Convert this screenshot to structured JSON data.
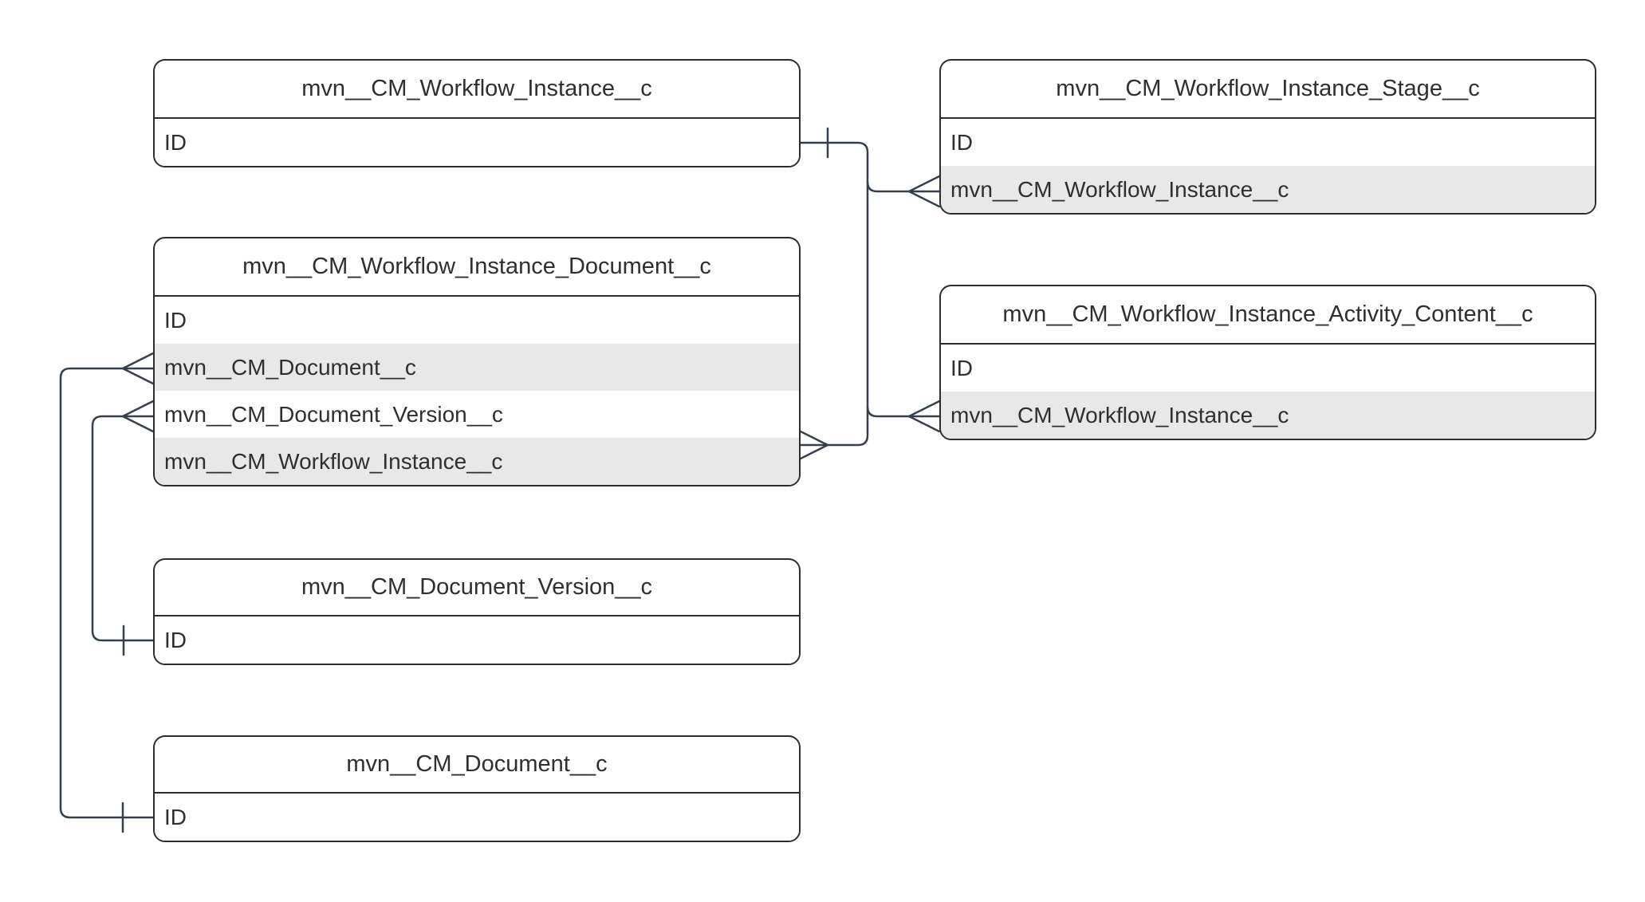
{
  "diagram": {
    "type": "entity-relationship",
    "background_color": "#ffffff",
    "colors": {
      "entity_border": "#2d2d2d",
      "connector": "#36404d",
      "row_stripe_fill": "#e8e8e8",
      "text": "#2f2f2f",
      "entity_fill": "#ffffff"
    },
    "entities": [
      {
        "title": "mvn__CM_Workflow_Instance__c",
        "fields": [
          "ID"
        ]
      },
      {
        "title": "mvn__CM_Workflow_Instance_Stage__c",
        "fields": [
          "ID",
          "mvn__CM_Workflow_Instance__c"
        ]
      },
      {
        "title": "mvn__CM_Workflow_Instance_Document__c",
        "fields": [
          "ID",
          "mvn__CM_Document__c",
          "mvn__CM_Document_Version__c",
          "mvn__CM_Workflow_Instance__c"
        ]
      },
      {
        "title": "mvn__CM_Workflow_Instance_Activity_Content__c",
        "fields": [
          "ID",
          "mvn__CM_Workflow_Instance__c"
        ]
      },
      {
        "title": "mvn__CM_Document_Version__c",
        "fields": [
          "ID"
        ]
      },
      {
        "title": "mvn__CM_Document__c",
        "fields": [
          "ID"
        ]
      }
    ],
    "relationships": [
      {
        "from": "mvn__CM_Workflow_Instance__c.ID",
        "to": "mvn__CM_Workflow_Instance_Stage__c.mvn__CM_Workflow_Instance__c",
        "cardinality": "one-to-many",
        "notation": "tick-and-crow-foot"
      },
      {
        "from": "mvn__CM_Workflow_Instance__c.ID",
        "to": "mvn__CM_Workflow_Instance_Activity_Content__c.mvn__CM_Workflow_Instance__c",
        "cardinality": "one-to-many",
        "notation": "tick-and-crow-foot"
      },
      {
        "from": "mvn__CM_Workflow_Instance__c.ID",
        "to": "mvn__CM_Workflow_Instance_Document__c.mvn__CM_Workflow_Instance__c",
        "cardinality": "one-to-many",
        "notation": "tick-and-crow-foot"
      },
      {
        "from": "mvn__CM_Document__c.ID",
        "to": "mvn__CM_Workflow_Instance_Document__c.mvn__CM_Document__c",
        "cardinality": "one-to-many",
        "notation": "tick-and-crow-foot"
      },
      {
        "from": "mvn__CM_Document_Version__c.ID",
        "to": "mvn__CM_Workflow_Instance_Document__c.mvn__CM_Document_Version__c",
        "cardinality": "one-to-many",
        "notation": "tick-and-crow-foot"
      }
    ]
  }
}
